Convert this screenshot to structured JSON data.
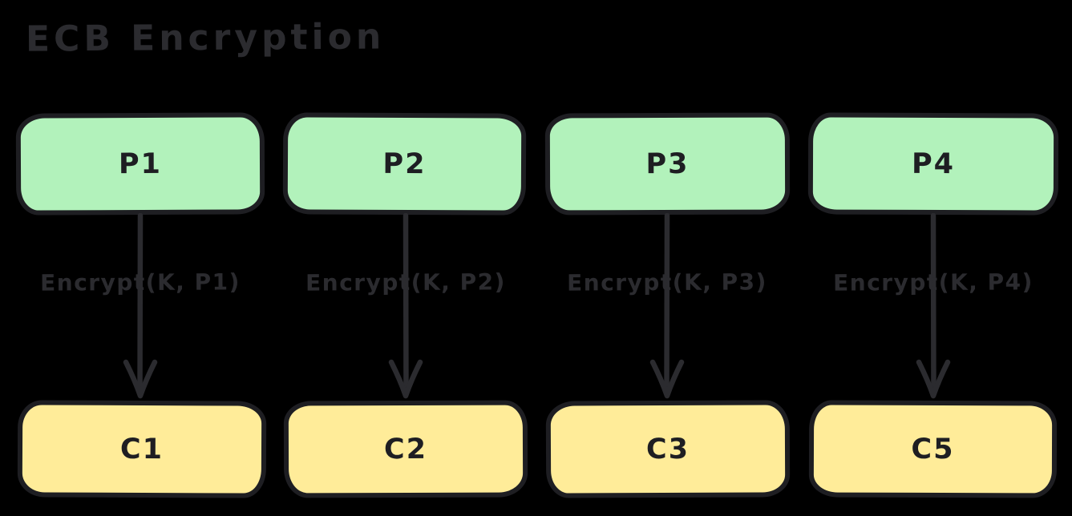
{
  "title": "ECB Encryption",
  "colors": {
    "background": "#000000",
    "outline": "#1e1e22",
    "ink": "#2b2b2f",
    "plaintext_fill": "#b2f2bb",
    "ciphertext_fill": "#ffec99"
  },
  "columns": [
    {
      "plaintext": "P1",
      "edge_label": "Encrypt(K, P1)",
      "ciphertext": "C1"
    },
    {
      "plaintext": "P2",
      "edge_label": "Encrypt(K, P2)",
      "ciphertext": "C2"
    },
    {
      "plaintext": "P3",
      "edge_label": "Encrypt(K, P3)",
      "ciphertext": "C3"
    },
    {
      "plaintext": "P4",
      "edge_label": "Encrypt(K, P4)",
      "ciphertext": "C5"
    }
  ]
}
